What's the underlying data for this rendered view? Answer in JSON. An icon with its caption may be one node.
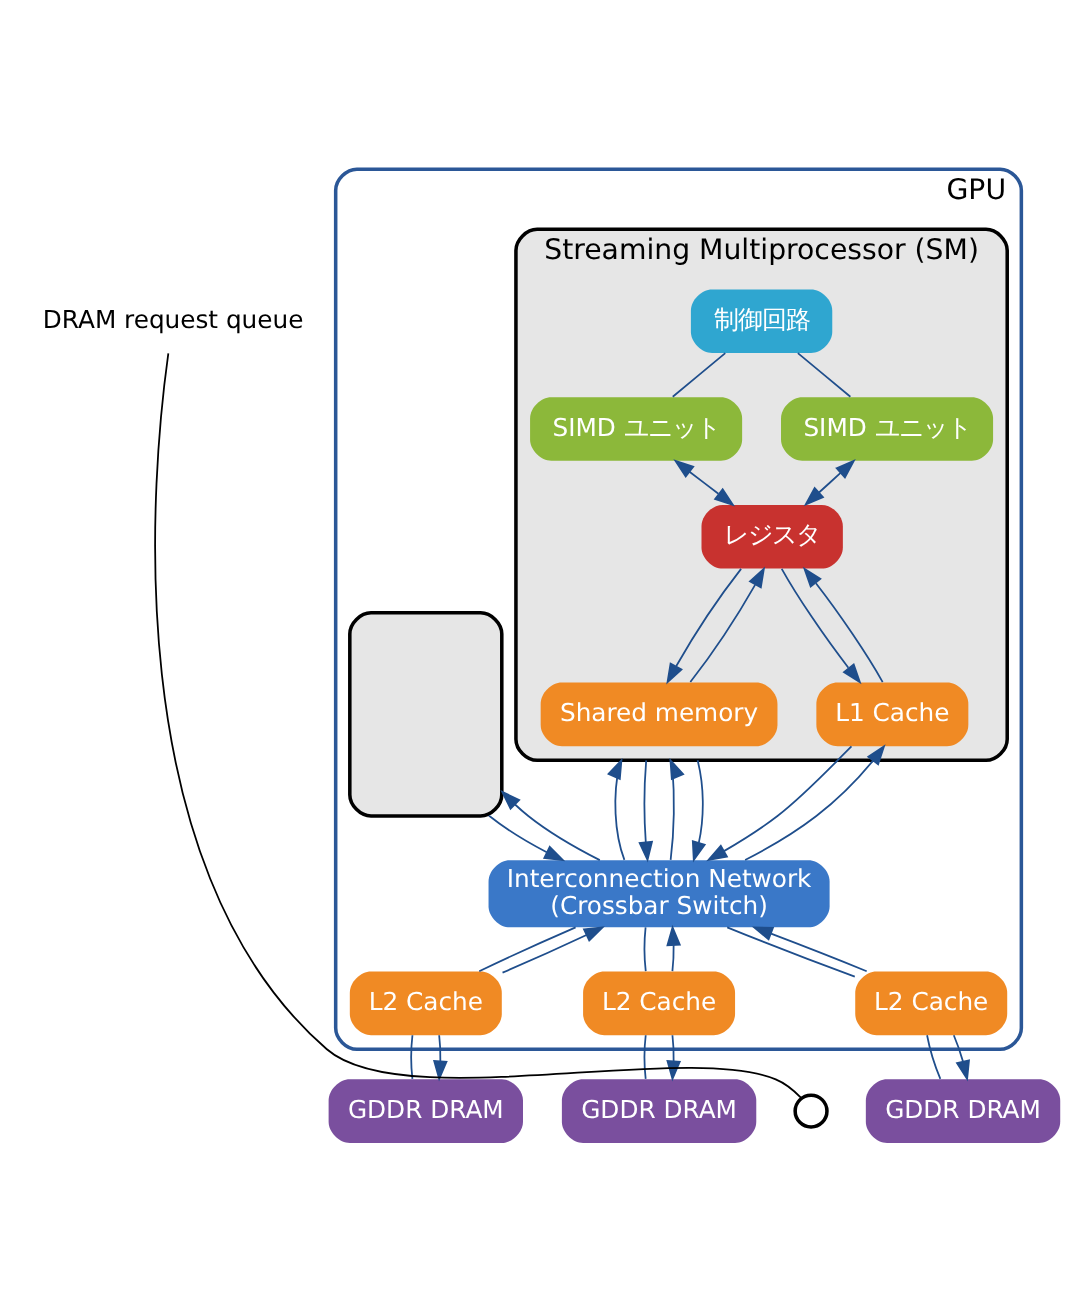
{
  "diagram": {
    "nodes": [
      {
        "text": [
          "GPU"
        ]
      },
      {
        "text": [],
        "shape": "box",
        "in": 0
      },
      {
        "text": [
          "Streaming Multiprocessor (SM)"
        ],
        "in": 0
      },
      {
        "text": [
          "制御回路"
        ],
        "in": 2
      },
      {
        "text": [
          "SIMD ユニット"
        ],
        "in": 2
      },
      {
        "text": [
          "SIMD ユニット"
        ],
        "in": 2
      },
      {
        "text": [
          "レジスタ"
        ],
        "in": 2
      },
      {
        "text": [
          "Shared memory"
        ],
        "in": 2
      },
      {
        "text": [
          "L1 Cache"
        ],
        "in": 2
      },
      {
        "text": [
          "Interconnection Network",
          "(Crossbar Switch)"
        ],
        "in": 0
      },
      {
        "text": [
          "L2 Cache"
        ],
        "in": 0
      },
      {
        "text": [
          "L2 Cache"
        ],
        "in": 0
      },
      {
        "text": [
          "L2 Cache"
        ],
        "in": 0
      },
      {
        "text": [
          "GDDR DRAM"
        ]
      },
      {
        "text": [
          "GDDR DRAM"
        ]
      },
      {
        "text": [
          "GDDR DRAM"
        ]
      },
      {
        "text": [
          "DRAM request queue"
        ]
      },
      {
        "text": [],
        "shape": "circle"
      }
    ],
    "edges": [
      {
        "from": 3,
        "to": 4,
        "arrow": "none"
      },
      {
        "from": 3,
        "to": 5,
        "arrow": "none"
      },
      {
        "from": 4,
        "to": 6,
        "arrow": "both"
      },
      {
        "from": 5,
        "to": 6,
        "arrow": "both"
      },
      {
        "from": 7,
        "to": 6,
        "arrow": "to"
      },
      {
        "from": 6,
        "to": 7,
        "arrow": "to"
      },
      {
        "from": 8,
        "to": 6,
        "arrow": "to"
      },
      {
        "from": 6,
        "to": 8,
        "arrow": "to"
      },
      {
        "from": 9,
        "to": 1,
        "arrow": "to"
      },
      {
        "from": 1,
        "to": 9,
        "arrow": "to"
      },
      {
        "from": 9,
        "to": 2,
        "arrow": "to"
      },
      {
        "from": 2,
        "to": 9,
        "arrow": "to"
      },
      {
        "from": 9,
        "to": 2,
        "arrow": "to"
      },
      {
        "from": 2,
        "to": 9,
        "arrow": "to"
      },
      {
        "from": 9,
        "to": 8,
        "arrow": "to"
      },
      {
        "from": 8,
        "to": 9,
        "arrow": "to"
      },
      {
        "from": 10,
        "to": 9,
        "arrow": "to"
      },
      {
        "from": 9,
        "to": 10,
        "arrow": "none"
      },
      {
        "from": 11,
        "to": 9,
        "arrow": "to"
      },
      {
        "from": 9,
        "to": 11,
        "arrow": "none"
      },
      {
        "from": 12,
        "to": 9,
        "arrow": "to"
      },
      {
        "from": 9,
        "to": 12,
        "arrow": "none"
      },
      {
        "from": 10,
        "to": 13,
        "arrow": "none"
      },
      {
        "from": 10,
        "to": 13,
        "arrow": "to"
      },
      {
        "from": 11,
        "to": 14,
        "arrow": "none"
      },
      {
        "from": 11,
        "to": 14,
        "arrow": "to"
      },
      {
        "from": 12,
        "to": 15,
        "arrow": "none"
      },
      {
        "from": 12,
        "to": 15,
        "arrow": "to"
      },
      {
        "from": 16,
        "to": 17,
        "arrow": "none",
        "color": "#000000"
      }
    ]
  }
}
